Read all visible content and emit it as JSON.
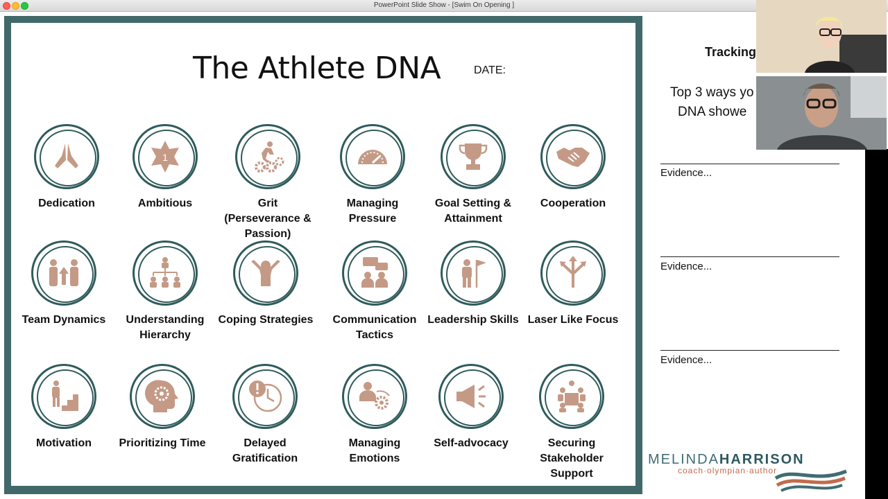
{
  "window": {
    "title": "PowerPoint Slide Show - [Swim On Opening ]"
  },
  "slide": {
    "title": "The Athlete DNA",
    "date_label": "DATE:",
    "traits": [
      {
        "label": "Dedication",
        "icon": "praying-hands-icon"
      },
      {
        "label": "Ambitious",
        "icon": "number-one-star-icon"
      },
      {
        "label": "Grit (Perseverance & Passion)",
        "icon": "runner-gears-icon"
      },
      {
        "label": "Managing Pressure",
        "icon": "gauge-icon"
      },
      {
        "label": "Goal Setting & Attainment",
        "icon": "trophy-icon"
      },
      {
        "label": "Cooperation",
        "icon": "handshake-icon"
      },
      {
        "label": "Team Dynamics",
        "icon": "team-up-arrow-icon"
      },
      {
        "label": "Understanding Hierarchy",
        "icon": "org-chart-icon"
      },
      {
        "label": "Coping Strategies",
        "icon": "relaxed-person-icon"
      },
      {
        "label": "Communication Tactics",
        "icon": "people-talking-icon"
      },
      {
        "label": "Leadership Skills",
        "icon": "person-flag-icon"
      },
      {
        "label": "Laser Like Focus",
        "icon": "split-arrows-icon"
      },
      {
        "label": "Motivation",
        "icon": "person-stairs-icon"
      },
      {
        "label": "Prioritizing Time",
        "icon": "head-gear-icon"
      },
      {
        "label": "Delayed Gratification",
        "icon": "clock-alert-icon"
      },
      {
        "label": "Managing Emotions",
        "icon": "person-gear-icon"
      },
      {
        "label": "Self-advocacy",
        "icon": "megaphone-icon"
      },
      {
        "label": "Securing Stakeholder Support",
        "icon": "meeting-table-icon"
      }
    ]
  },
  "notes": {
    "heading": "Tracking",
    "sub_line1": "Top 3 ways yo",
    "sub_line2": "DNA showe",
    "evidence_label": "Evidence..."
  },
  "logo": {
    "first": "MELINDA",
    "last": "HARRISON",
    "tagline": "coach·olympian·author"
  },
  "colors": {
    "frame": "#41696a",
    "ring": "#2f5b5b",
    "icon": "#c49a86",
    "logo_teal": "#3f6d73",
    "logo_orange": "#c26a4c"
  }
}
